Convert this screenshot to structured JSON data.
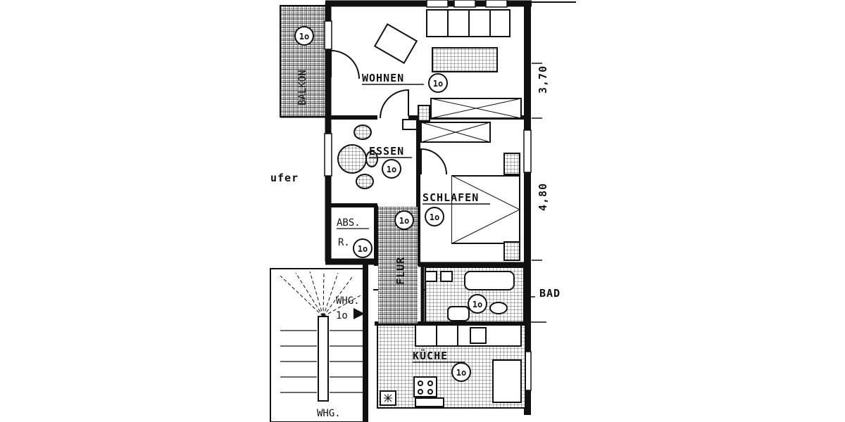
{
  "rooms": {
    "wohnen": "WOHNEN",
    "essen": "ESSEN",
    "schlafen": "SCHLAFEN",
    "abs": "ABS.",
    "abs_r": "R.",
    "flur": "FLUR",
    "bad": "BAD",
    "kueche": "KÜCHE",
    "balkon": "BALKON"
  },
  "dimensions": {
    "width_upper": "3,70",
    "width_lower": "4,80"
  },
  "labels": {
    "neighbor_left": "ufer",
    "whg_entry": "WHG.",
    "whg_entry_no": "1o",
    "whg_stair": "WHG.",
    "floor_marker": "1o"
  },
  "colors": {
    "ink": "#111111",
    "paper": "#ffffff"
  }
}
